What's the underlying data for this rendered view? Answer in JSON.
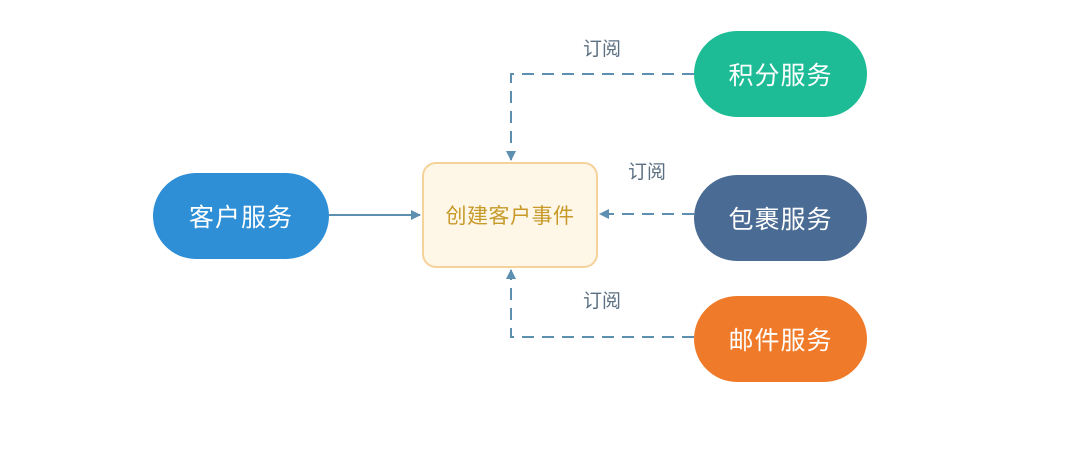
{
  "diagram": {
    "colors": {
      "customer_node": "#2e8fd6",
      "points_node": "#1dbc96",
      "package_node": "#4a6b94",
      "mail_node": "#ef7b2a",
      "event_fill": "#fef6e6",
      "event_border": "#f4d29a",
      "event_text": "#c79a2a",
      "node_text": "#ffffff",
      "connector": "#5d8fb0",
      "label_text": "#5a6f82"
    },
    "nodes": {
      "customer": "客户服务",
      "event": "创建客户事件",
      "points": "积分服务",
      "package": "包裹服务",
      "mail": "邮件服务"
    },
    "edge_labels": {
      "points": "订阅",
      "package": "订阅",
      "mail": "订阅"
    }
  }
}
